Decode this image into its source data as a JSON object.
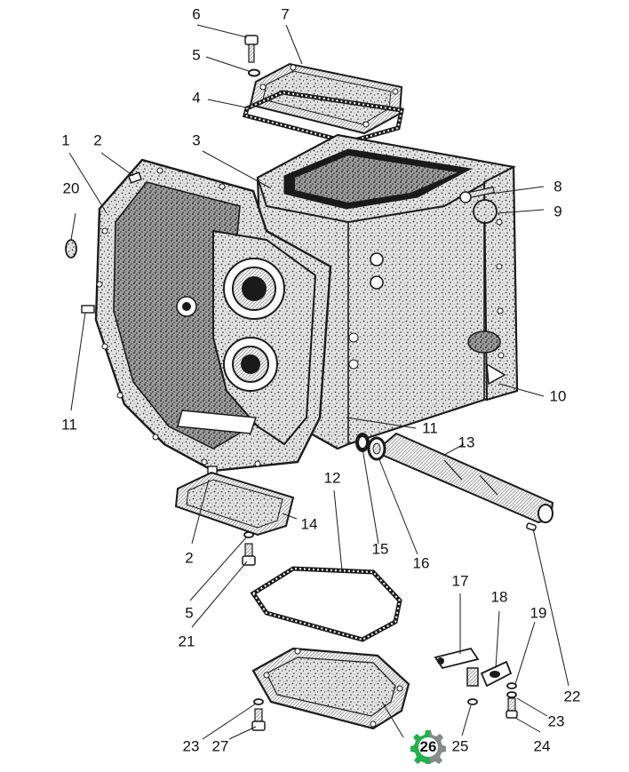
{
  "diagram": {
    "callouts": [
      "1",
      "2",
      "3",
      "4",
      "5",
      "6",
      "7",
      "8",
      "9",
      "10",
      "11",
      "12",
      "13",
      "14",
      "15",
      "16",
      "17",
      "18",
      "19",
      "20",
      "21",
      "22",
      "23",
      "24",
      "25",
      "26",
      "27"
    ],
    "labels": {
      "l1": "1",
      "l2a": "2",
      "l2b": "2",
      "l3": "3",
      "l4": "4",
      "l5a": "5",
      "l5b": "5",
      "l6": "6",
      "l7": "7",
      "l8": "8",
      "l9": "9",
      "l10": "10",
      "l11a": "11",
      "l11b": "11",
      "l12": "12",
      "l13": "13",
      "l14": "14",
      "l15": "15",
      "l16": "16",
      "l17": "17",
      "l18": "18",
      "l19": "19",
      "l20": "20",
      "l21": "21",
      "l22": "22",
      "l23a": "23",
      "l23b": "23",
      "l24": "24",
      "l25": "25",
      "l26": "26",
      "l27": "27"
    },
    "colors": {
      "ink": "#1a1a1a",
      "casting": "#c9c9c9",
      "badge": "#22b14c",
      "badge_gray": "#8a8a8a"
    }
  }
}
